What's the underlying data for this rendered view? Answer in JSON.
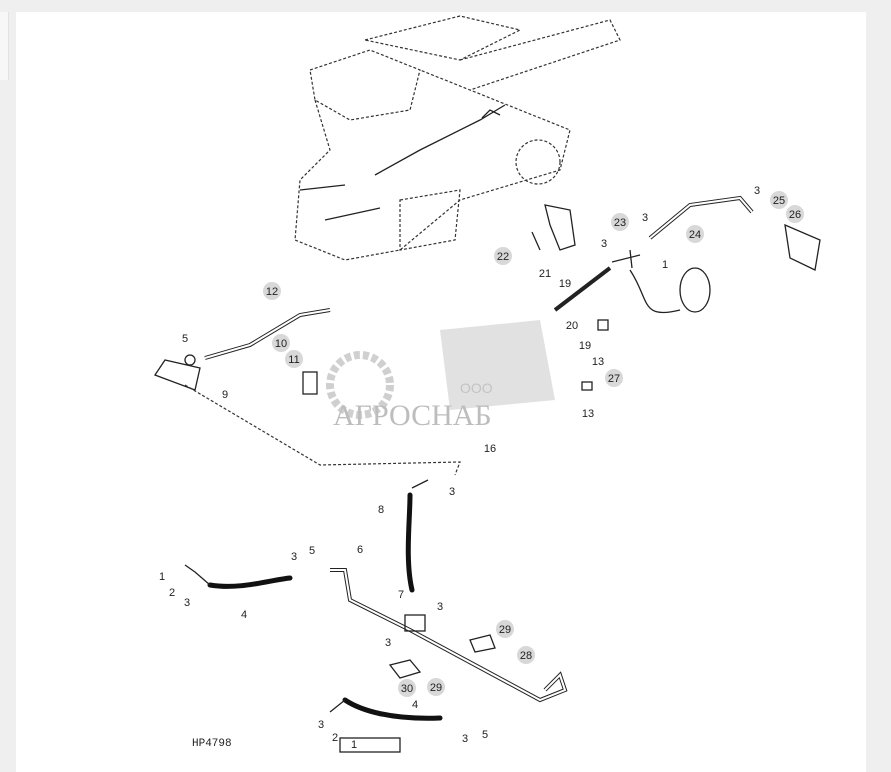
{
  "diagram_code": "HP4798",
  "watermark": {
    "prefix": "ООО",
    "name": "АГРОСНАБ"
  },
  "callouts": [
    "3",
    "25",
    "26",
    "23",
    "3",
    "24",
    "3",
    "1",
    "22",
    "21",
    "19",
    "12",
    "5",
    "10",
    "11",
    "9",
    "20",
    "19",
    "13",
    "27",
    "13",
    "16",
    "3",
    "8",
    "3",
    "5",
    "6",
    "1",
    "2",
    "3",
    "4",
    "7",
    "3",
    "3",
    "29",
    "28",
    "30",
    "29",
    "4",
    "3",
    "2",
    "1",
    "3",
    "5"
  ]
}
